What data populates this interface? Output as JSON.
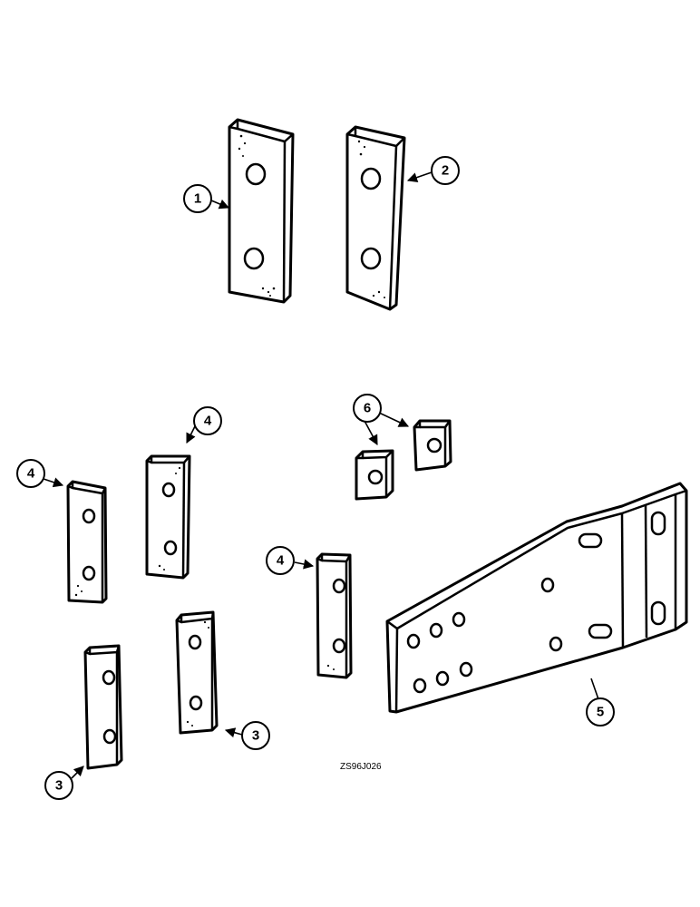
{
  "drawing_code": "ZS96J026",
  "callouts": [
    {
      "id": "1",
      "label": "1"
    },
    {
      "id": "2",
      "label": "2"
    },
    {
      "id": "3a",
      "label": "3"
    },
    {
      "id": "3b",
      "label": "3"
    },
    {
      "id": "4a",
      "label": "4"
    },
    {
      "id": "4b",
      "label": "4"
    },
    {
      "id": "4c",
      "label": "4"
    },
    {
      "id": "5",
      "label": "5"
    },
    {
      "id": "6",
      "label": "6"
    }
  ]
}
